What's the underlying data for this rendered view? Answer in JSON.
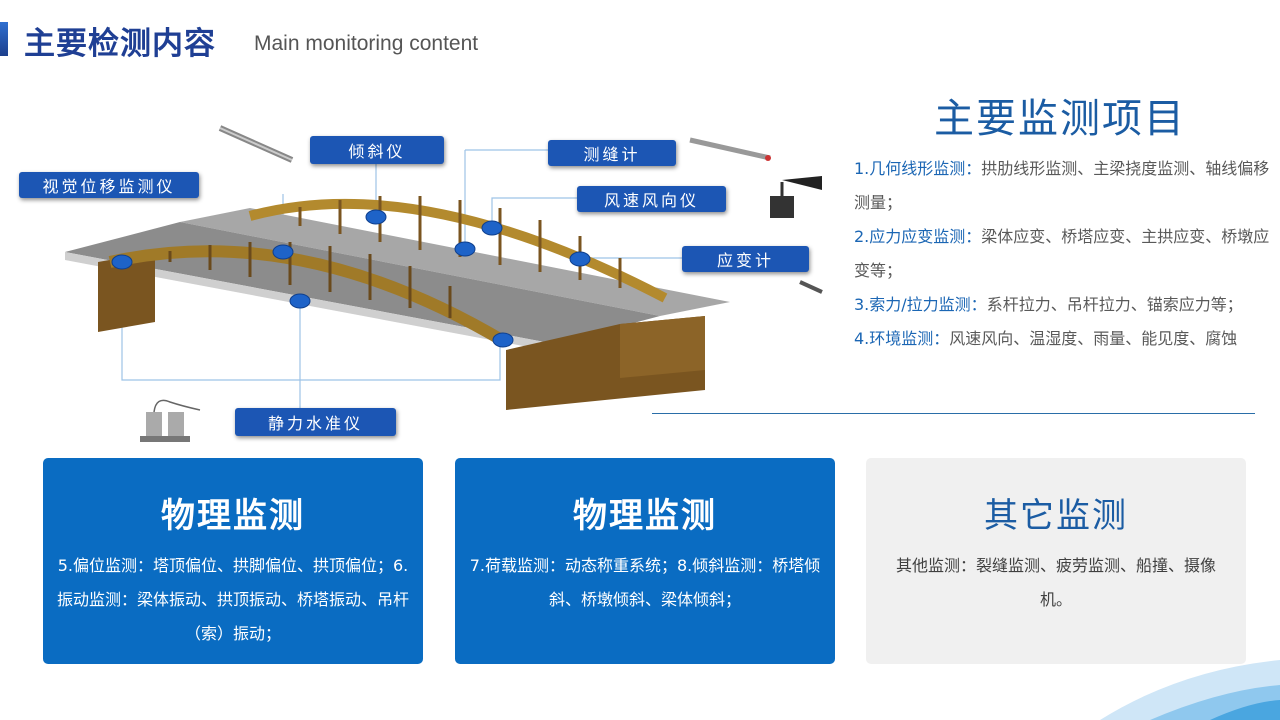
{
  "header": {
    "title": "主要检测内容",
    "subtitle": "Main monitoring content"
  },
  "diagram": {
    "callouts": {
      "qingxie": "倾斜仪",
      "celiang": "测缝计",
      "shijue": "视觉位移监测仪",
      "fengsu": "风速风向仪",
      "yingbian": "应变计",
      "jingli": "静力水准仪"
    },
    "colors": {
      "callout": "#1c56b4",
      "arch": "#b38a2e",
      "sensor": "#1e63c8"
    }
  },
  "items": {
    "title": "主要监测项目",
    "list": [
      {
        "key": "1.几何线形监测",
        "sep": "：",
        "text": "拱肋线形监测、主梁挠度监测、轴线偏移测量；"
      },
      {
        "key": "2.应力应变监测",
        "sep": "：",
        "text": "梁体应变、桥塔应变、主拱应变、桥墩应变等；"
      },
      {
        "key": "3.索力/拉力监测",
        "sep": "：",
        "text": "系杆拉力、吊杆拉力、锚索应力等；"
      },
      {
        "key": "4.环境监测",
        "sep": "：",
        "text": "风速风向、温湿度、雨量、能见度、腐蚀"
      }
    ]
  },
  "cards": [
    {
      "title": "物理监测",
      "body": "5.偏位监测：塔顶偏位、拱脚偏位、拱顶偏位；6.振动监测：梁体振动、拱顶振动、桥塔振动、吊杆（索）振动；"
    },
    {
      "title": "物理监测",
      "body": "7.荷载监测：动态称重系统；8.倾斜监测：桥塔倾斜、桥墩倾斜、梁体倾斜；"
    },
    {
      "title": "其它监测",
      "body": "其他监测：裂缝监测、疲劳监测、船撞、摄像机。"
    }
  ],
  "colors": {
    "accent": "#1f3f94",
    "card_blue": "#0a6cc2",
    "card_gray": "#f0f0f0"
  }
}
